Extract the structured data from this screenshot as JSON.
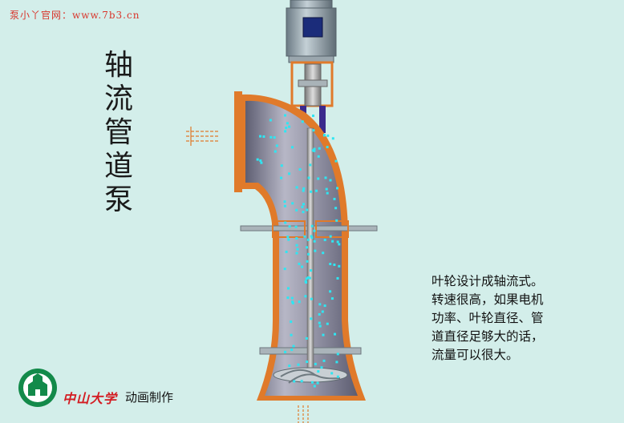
{
  "watermark": "泵小丫官网：www.7b3.cn",
  "title_chars": [
    "轴",
    "流",
    "管",
    "道",
    "泵"
  ],
  "description_lines": [
    "叶轮设计成轴流式。",
    "转速很高，如果电机",
    "功率、叶轮直径、管",
    "道直径足够大的话，",
    "流量可以很大。"
  ],
  "credit": {
    "school": "中山大学",
    "text": "动画制作"
  },
  "colors": {
    "background": "#d3eeea",
    "casing_orange": "#e07a2a",
    "pump_body": "#8a8a9c",
    "motor_gray": "#8c9aa3",
    "particles": "#2ee6f2",
    "logo_green": "#138a4a",
    "watermark_red": "#d9352b"
  }
}
